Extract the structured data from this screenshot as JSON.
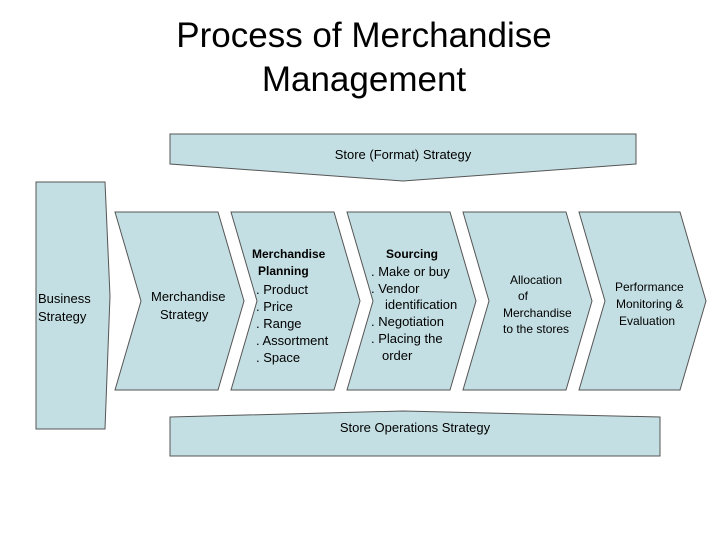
{
  "title": {
    "line1": "Process of Merchandise",
    "line2": "Management"
  },
  "top_banner": {
    "label": "Store (Format) Strategy"
  },
  "bottom_banner": {
    "label": "Store Operations Strategy"
  },
  "colors": {
    "fill": "#c4dfe3",
    "stroke": "#555555"
  },
  "steps": [
    {
      "id": "business-strategy",
      "lines": [
        "Business",
        "Strategy"
      ]
    },
    {
      "id": "merchandise-strategy",
      "lines": [
        "Merchandise",
        "Strategy"
      ]
    },
    {
      "id": "merchandise-planning",
      "heading": [
        "Merchandise",
        "Planning"
      ],
      "items": [
        ". Product",
        ". Price",
        ".  Range",
        ".  Assortment",
        ".  Space"
      ]
    },
    {
      "id": "sourcing",
      "heading": [
        "Sourcing"
      ],
      "items": [
        ". Make or buy",
        ". Vendor",
        "identification",
        ". Negotiation",
        ". Placing the",
        "order"
      ]
    },
    {
      "id": "allocation",
      "lines": [
        "Allocation",
        "of",
        "Merchandise",
        "to the stores"
      ]
    },
    {
      "id": "performance",
      "lines": [
        "Performance",
        "Monitoring &",
        "Evaluation"
      ]
    }
  ]
}
